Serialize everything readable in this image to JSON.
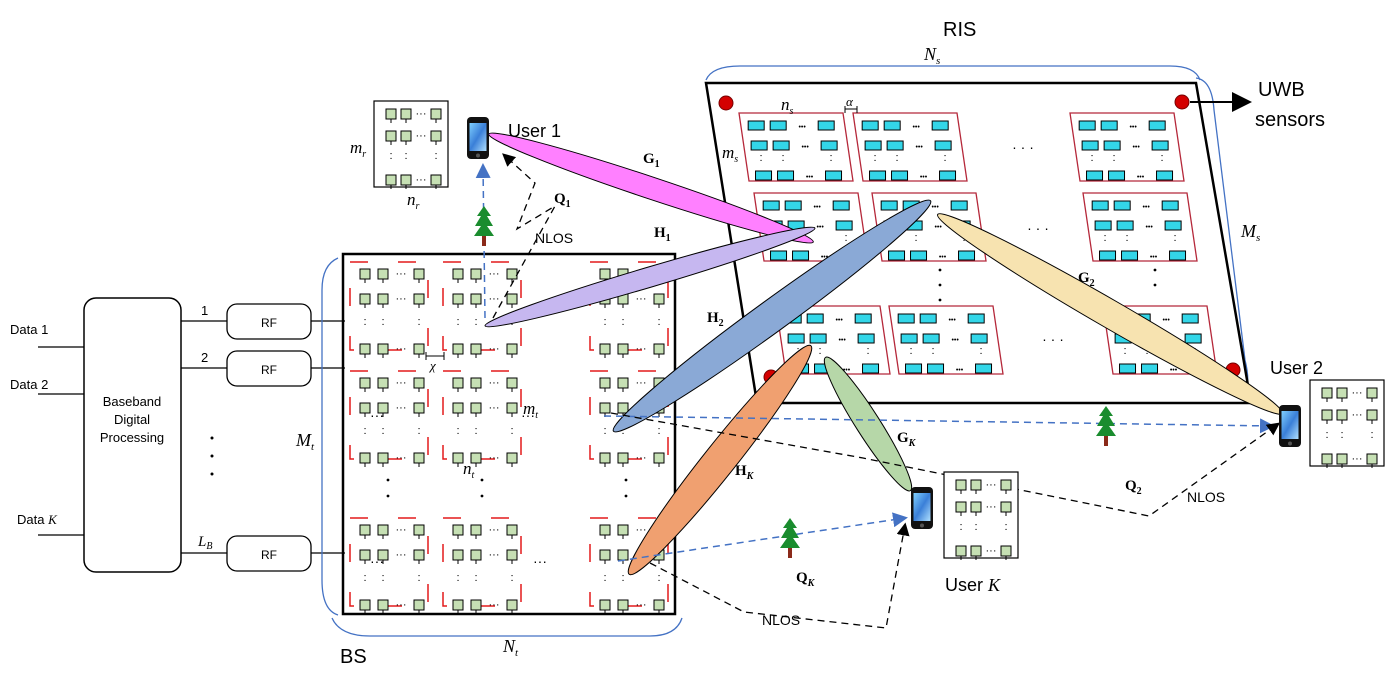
{
  "labels": {
    "ris": "RIS",
    "bs": "BS",
    "uwb": "UWB",
    "sensors": "sensors",
    "baseband_1": "Baseband",
    "baseband_2": "Digital",
    "baseband_3": "Processing",
    "rf": "RF",
    "user1": "User 1",
    "user2": "User 2",
    "userK_prefix": "User",
    "userK_sub": "K",
    "nlos": "NLOS",
    "data1": "Data 1",
    "data2": "Data 2",
    "dataK_prefix": "Data",
    "dataK_sub": "K",
    "rf_index_1": "1",
    "rf_index_2": "2",
    "LB": "L",
    "LB_sub": "B",
    "Mt": "M",
    "Mt_sub": "t",
    "Nt": "N",
    "Nt_sub": "t",
    "nt": "n",
    "nt_sub": "t",
    "mt": "m",
    "mt_sub": "t",
    "chi": "χ",
    "Ns": "N",
    "Ns_sub": "s",
    "Ms": "M",
    "Ms_sub": "s",
    "ns": "n",
    "ns_sub": "s",
    "ms": "m",
    "ms_sub": "s",
    "alpha": "α",
    "mr": "m",
    "mr_sub": "r",
    "nr": "n",
    "nr_sub": "r",
    "G1": "G",
    "G1_sub": "1",
    "G2": "G",
    "G2_sub": "2",
    "GK": "G",
    "GK_sub": "K",
    "H1": "H",
    "H1_sub": "1",
    "H2": "H",
    "H2_sub": "2",
    "HK": "H",
    "HK_sub": "K",
    "Q1": "Q",
    "Q1_sub": "1",
    "Q2": "Q",
    "Q2_sub": "2",
    "QK": "Q",
    "QK_sub": "K",
    "ellipsis": "···",
    "ris_dots": "· · ·",
    "dot": "•"
  },
  "colors": {
    "frame": "#000000",
    "brace": "#4472c4",
    "bs_subarray": "#e31a1c",
    "ris_subarray": "#b5283a",
    "antenna_fill": "#c6e0b4",
    "ris_element_fill": "#33d6e8",
    "sensor": "#d40000",
    "link_blue_dashed": "#4472c4",
    "beam_G1": "#ff80ff",
    "beam_H1": "#c6b7f0",
    "beam_H2": "#8aa9d6",
    "beam_G2": "#f7e3b0",
    "beam_HK": "#f0a070",
    "beam_GK": "#b6d7a8",
    "tree": "#1a8c2e"
  }
}
